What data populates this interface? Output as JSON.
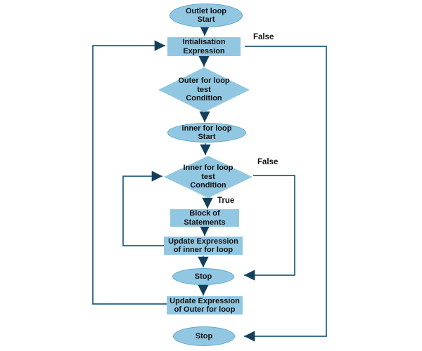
{
  "colors": {
    "background": "#ffffff",
    "shape_fill": "#92c7e2",
    "shape_stroke": "#5fa8cf",
    "connector": "#4d86a8",
    "branch_line": "#235d7c",
    "arrowhead": "#143f5c",
    "text": "#111111"
  },
  "nodes": {
    "outer_start": {
      "type": "ellipse",
      "label": "Outlet loop\nStart"
    },
    "initialisation": {
      "type": "rect",
      "label": "Intialisation\nExpression"
    },
    "outer_condition": {
      "type": "diamond",
      "label": "Outer for loop\ntest\nCondition"
    },
    "inner_start": {
      "type": "ellipse",
      "label": "inner for loop\nStart"
    },
    "inner_condition": {
      "type": "diamond",
      "label": "Inner for loop\ntest\nCondition"
    },
    "block": {
      "type": "rect",
      "label": "Block of\nStatements"
    },
    "update_inner": {
      "type": "rect",
      "label": "Update Expression\nof inner for loop"
    },
    "stop_inner": {
      "type": "ellipse",
      "label": "Stop"
    },
    "update_outer": {
      "type": "rect",
      "label": "Update Expression\nof Outer for loop"
    },
    "stop_final": {
      "type": "ellipse",
      "label": "Stop"
    }
  },
  "edge_labels": {
    "outer_false": "False",
    "inner_false": "False",
    "inner_true": "True"
  }
}
